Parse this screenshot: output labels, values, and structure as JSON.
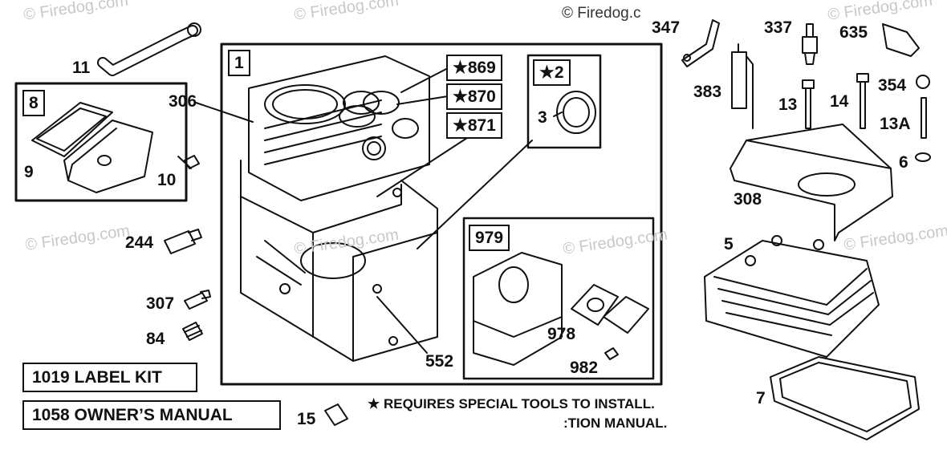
{
  "watermark": "© Firedog.com",
  "watermark_top": "© Firedog.c",
  "boxes": {
    "b1": "1",
    "b8": "8",
    "b869": "★869",
    "b870": "★870",
    "b871": "★871",
    "b2": "★2",
    "b979": "979"
  },
  "kits": {
    "label_kit": "1019 LABEL KIT",
    "owners_manual": "1058 OWNER’S MANUAL"
  },
  "note": {
    "line1": "★ REQUIRES SPECIAL TOOLS TO INSTALL.",
    "line2": ":TION MANUAL."
  },
  "parts": {
    "p11": "11",
    "p306": "306",
    "p9": "9",
    "p10": "10",
    "p244": "244",
    "p307": "307",
    "p84": "84",
    "p15": "15",
    "p3": "3",
    "p552": "552",
    "p978": "978",
    "p982": "982",
    "p347": "347",
    "p337": "337",
    "p635": "635",
    "p383": "383",
    "p13": "13",
    "p14": "14",
    "p354": "354",
    "p13a": "13A",
    "p6": "6",
    "p308": "308",
    "p5": "5",
    "p7": "7"
  }
}
